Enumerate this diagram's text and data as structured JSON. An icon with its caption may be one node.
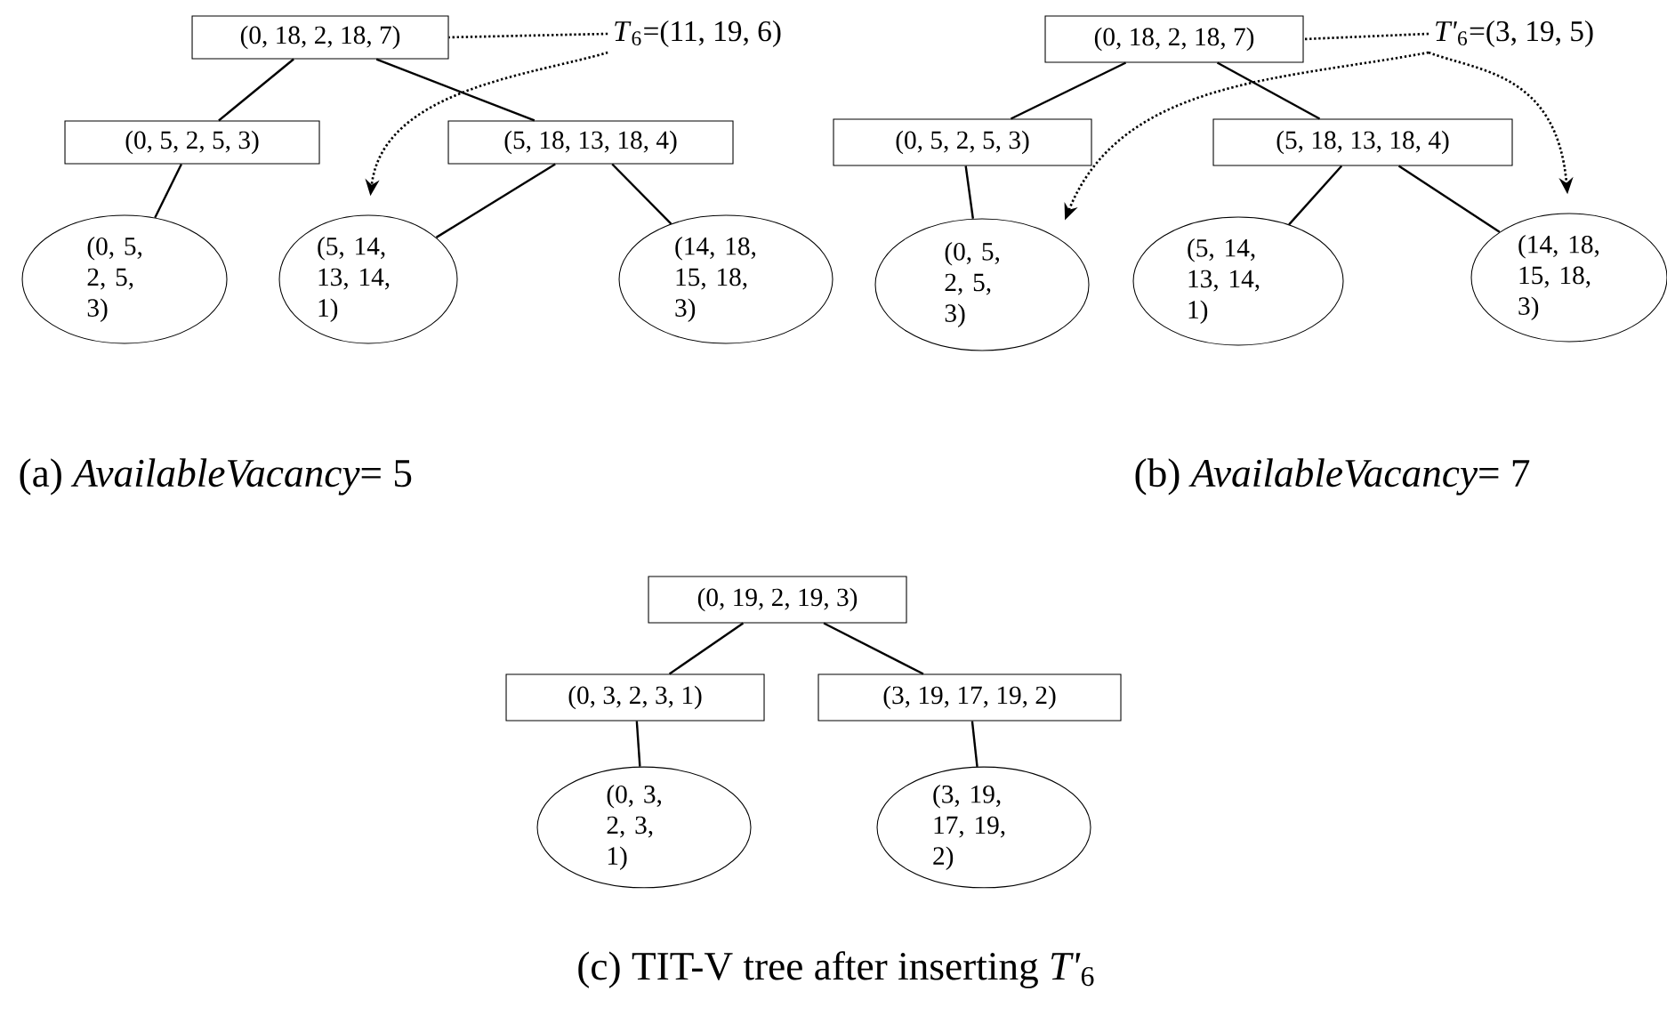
{
  "diagram": {
    "nodes": [
      {
        "text": [
          "(0, 18, 2, 18, 7)"
        ]
      },
      {
        "text": [
          "(0, 5, 2, 5, 3)"
        ]
      },
      {
        "text": [
          "(5, 18, 13, 18, 4)"
        ]
      },
      {
        "text": [
          "(0, 5, 2, 5, 3)"
        ]
      },
      {
        "text": [
          "(5, 14, 13, 14, 1)"
        ]
      },
      {
        "text": [
          "(14, 18, 15, 18, 3)"
        ]
      },
      {
        "text": [
          "*T*$_{6}$=(11, 19, 6)"
        ]
      },
      {
        "text": [
          "(0, 18, 2, 18, 7)"
        ]
      },
      {
        "text": [
          "(0, 5, 2, 5, 3)"
        ]
      },
      {
        "text": [
          "(5, 18, 13, 18, 4)"
        ]
      },
      {
        "text": [
          "(0, 5, 2, 5, 3)"
        ]
      },
      {
        "text": [
          "(5, 14, 13, 14, 1)"
        ]
      },
      {
        "text": [
          "(14, 18, 15, 18, 3)"
        ]
      },
      {
        "text": [
          "*T'*$_{6}$=(3, 19, 5)"
        ]
      },
      {
        "text": [
          "(0, 19, 2, 19, 3)"
        ]
      },
      {
        "text": [
          "(0, 3, 2, 3, 1)"
        ]
      },
      {
        "text": [
          "(3, 19, 17, 19, 2)"
        ]
      },
      {
        "text": [
          "(0, 3, 2, 3, 1)"
        ]
      },
      {
        "text": [
          "(3, 19, 17, 19, 2)"
        ]
      }
    ],
    "edges": [
      {
        "from": 0,
        "to": 1,
        "arrow": "none"
      },
      {
        "from": 0,
        "to": 2,
        "arrow": "none"
      },
      {
        "from": 1,
        "to": 3,
        "arrow": "none"
      },
      {
        "from": 2,
        "to": 4,
        "arrow": "none"
      },
      {
        "from": 2,
        "to": 5,
        "arrow": "none"
      },
      {
        "from": 6,
        "to": 0,
        "arrow": "none",
        "style": "dashed"
      },
      {
        "from": 6,
        "to": 4,
        "arrow": "to",
        "style": "dashed"
      },
      {
        "from": 7,
        "to": 8,
        "arrow": "none"
      },
      {
        "from": 7,
        "to": 9,
        "arrow": "none"
      },
      {
        "from": 8,
        "to": 10,
        "arrow": "none"
      },
      {
        "from": 9,
        "to": 11,
        "arrow": "none"
      },
      {
        "from": 9,
        "to": 12,
        "arrow": "none"
      },
      {
        "from": 13,
        "to": 7,
        "arrow": "none",
        "style": "dashed"
      },
      {
        "from": 13,
        "to": 10,
        "arrow": "to",
        "style": "dashed"
      },
      {
        "from": 13,
        "to": 12,
        "arrow": "to",
        "style": "dashed"
      },
      {
        "from": 14,
        "to": 15,
        "arrow": "none"
      },
      {
        "from": 14,
        "to": 16,
        "arrow": "none"
      },
      {
        "from": 15,
        "to": 17,
        "arrow": "none"
      },
      {
        "from": 16,
        "to": 18,
        "arrow": "none"
      }
    ],
    "labels": [
      "(a) *AvailableVacancy*= 5",
      "(b) *AvailableVacancy*= 7",
      "(c) TIT-V tree after inserting *T'*$_{6}$"
    ]
  }
}
